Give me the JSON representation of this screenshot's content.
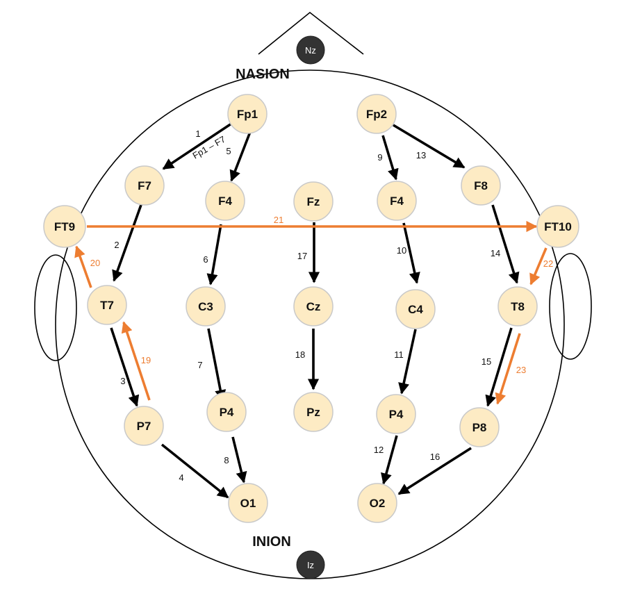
{
  "colors": {
    "electrode_fill": "#FDEBC4",
    "electrode_stroke": "#C9C9C9",
    "reference_fill": "#333333",
    "black_arrow": "#000000",
    "orange_arrow": "#ED7D31"
  },
  "landmarks": {
    "nasion": "NASION",
    "inion": "INION"
  },
  "references": {
    "nz": "Nz",
    "iz": "Iz"
  },
  "electrodes": {
    "fp1": "Fp1",
    "fp2": "Fp2",
    "f7": "F7",
    "f4_left": "F4",
    "fz": "Fz",
    "f4_right": "F4",
    "f8": "F8",
    "ft9": "FT9",
    "ft10": "FT10",
    "t7": "T7",
    "c3": "C3",
    "cz": "Cz",
    "c4": "C4",
    "t8": "T8",
    "p7": "P7",
    "p4_left": "P4",
    "pz": "Pz",
    "p4_right": "P4",
    "p8": "P8",
    "o1": "O1",
    "o2": "O2"
  },
  "arrows": {
    "a1": "1",
    "a2": "2",
    "a3": "3",
    "a4": "4",
    "a5": "5",
    "a6": "6",
    "a7": "7",
    "a8": "8",
    "a9": "9",
    "a10": "10",
    "a11": "11",
    "a12": "12",
    "a13": "13",
    "a14": "14",
    "a15": "15",
    "a16": "16",
    "a17": "17",
    "a18": "18",
    "a19": "19",
    "a20": "20",
    "a21": "21",
    "a22": "22",
    "a23": "23"
  },
  "annotation": "Fp1 – F7"
}
